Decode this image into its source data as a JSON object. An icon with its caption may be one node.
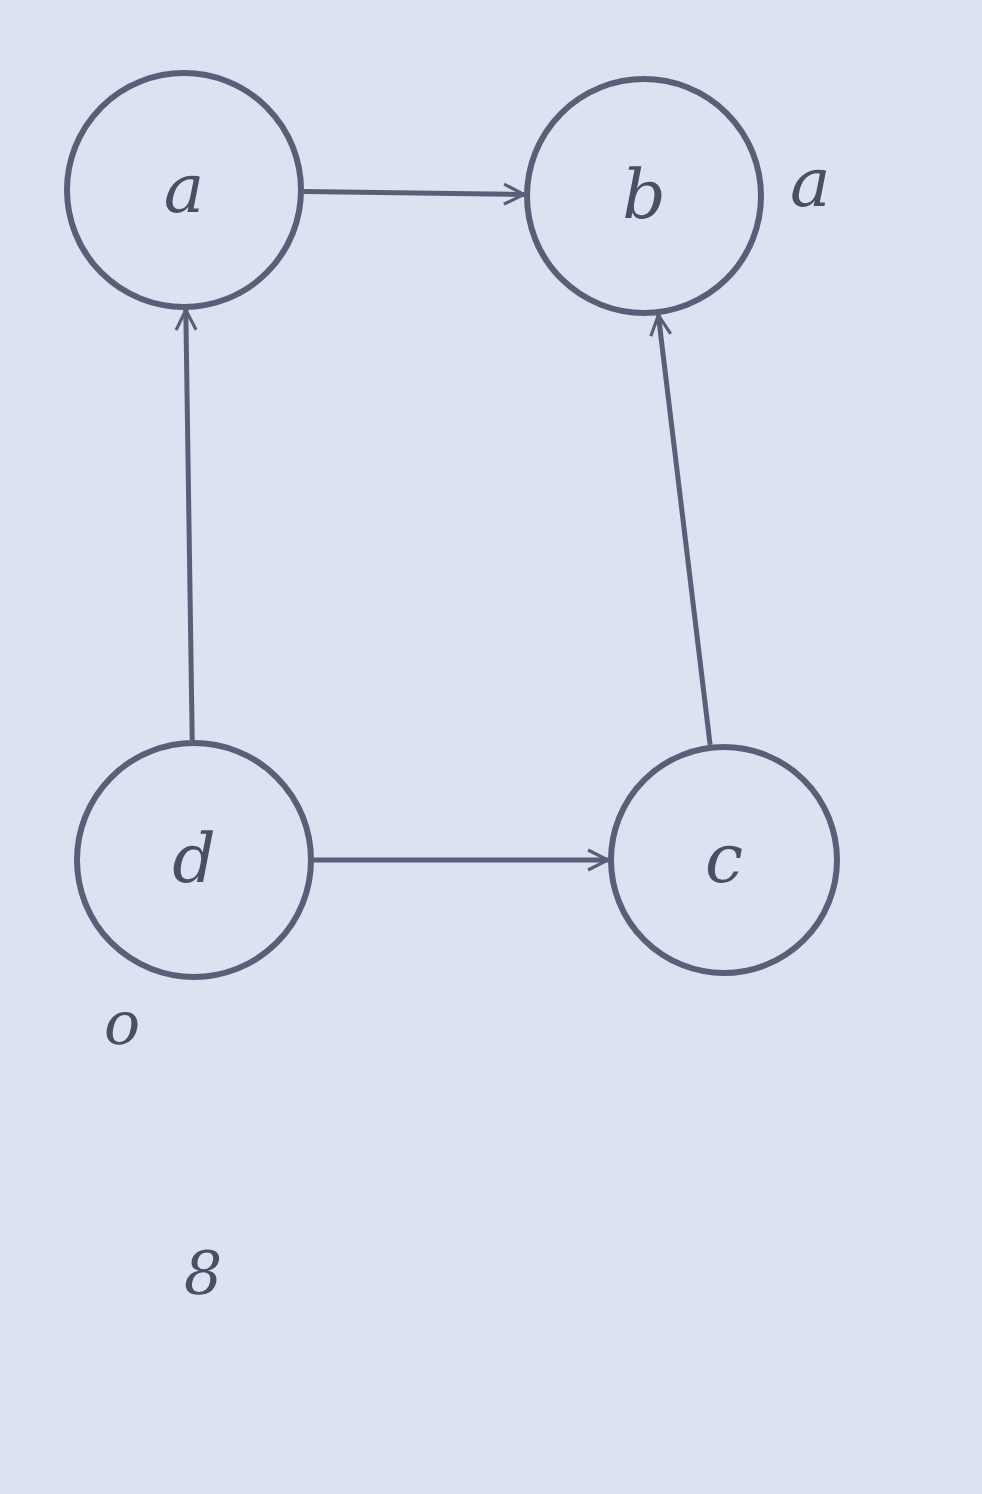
{
  "diagram": {
    "nodes": [
      {
        "text": [
          "a"
        ]
      },
      {
        "text": [
          "b"
        ],
        "beside": [
          "a"
        ]
      },
      {
        "text": [
          "d"
        ]
      },
      {
        "text": [
          "c"
        ]
      }
    ],
    "edges": [
      {
        "from": 0,
        "to": 1,
        "arrow": "to"
      },
      {
        "from": 2,
        "to": 0,
        "arrow": "to"
      },
      {
        "from": 2,
        "to": 3,
        "arrow": "to"
      },
      {
        "from": 3,
        "to": 1,
        "arrow": "to"
      }
    ],
    "labels": [
      "o",
      "8"
    ]
  }
}
